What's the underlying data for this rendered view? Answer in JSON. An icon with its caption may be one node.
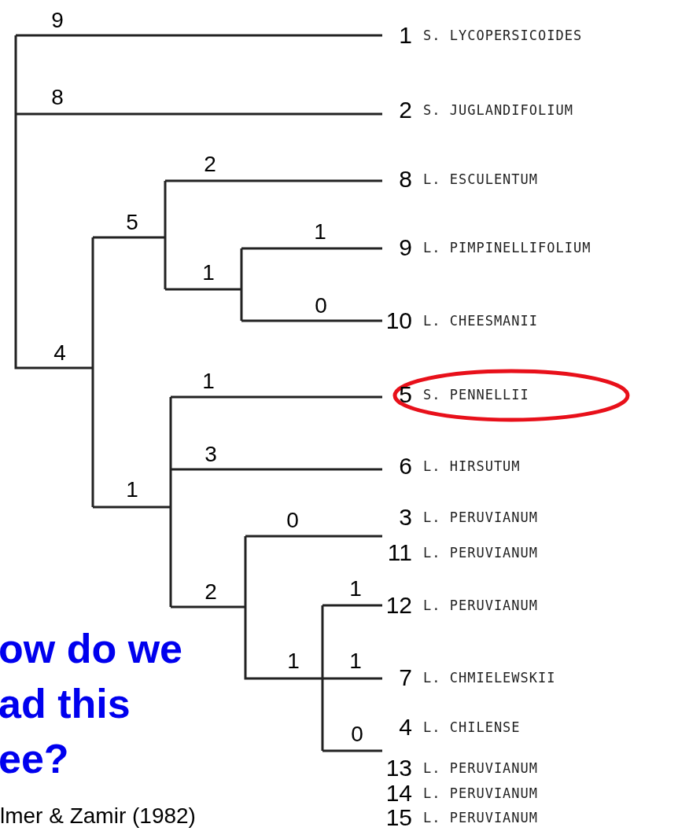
{
  "diagram": {
    "title": "ow do we ad this ee?",
    "caption": "lmer & Zamir (1982)",
    "nodes": [
      {
        "text": [
          "1",
          "S. LYCOPERSICOIDES"
        ]
      },
      {
        "text": [
          "2",
          "S. JUGLANDIFOLIUM"
        ]
      },
      {
        "text": [
          "8",
          "L. ESCULENTUM"
        ]
      },
      {
        "text": [
          "9",
          "L. PIMPINELLIFOLIUM"
        ]
      },
      {
        "text": [
          "10",
          "L. CHEESMANII"
        ]
      },
      {
        "text": [
          "5",
          "S. PENNELLII"
        ]
      },
      {
        "text": [
          "6",
          "L. HIRSUTUM"
        ]
      },
      {
        "text": [
          "3",
          "L. PERUVIANUM"
        ]
      },
      {
        "text": [
          "11",
          "L. PERUVIANUM"
        ]
      },
      {
        "text": [
          "12",
          "L. PERUVIANUM"
        ]
      },
      {
        "text": [
          "7",
          "L. CHMIELEWSKII"
        ]
      },
      {
        "text": [
          "4",
          "L. CHILENSE"
        ]
      },
      {
        "text": [
          "13",
          "L. PERUVIANUM"
        ]
      },
      {
        "text": [
          "14",
          "L. PERUVIANUM"
        ]
      },
      {
        "text": [
          "15",
          "L. PERUVIANUM"
        ]
      }
    ],
    "edges": [
      {
        "from": null,
        "to": 0,
        "arrow": "none",
        "label": "9"
      },
      {
        "from": null,
        "to": 1,
        "arrow": "none",
        "label": "8"
      },
      {
        "from": null,
        "to": 2,
        "arrow": "none",
        "label": "2"
      },
      {
        "from": null,
        "to": 3,
        "arrow": "none",
        "label": "1"
      },
      {
        "from": null,
        "to": 4,
        "arrow": "none",
        "label": "0"
      },
      {
        "from": null,
        "to": 5,
        "arrow": "none",
        "label": "1"
      },
      {
        "from": null,
        "to": 6,
        "arrow": "none",
        "label": "3"
      },
      {
        "from": null,
        "to": 7,
        "arrow": "none",
        "label": "0"
      },
      {
        "from": null,
        "to": 9,
        "arrow": "none",
        "label": "1"
      },
      {
        "from": null,
        "to": 10,
        "arrow": "none",
        "label": "1"
      },
      {
        "from": null,
        "to": 11,
        "arrow": "none",
        "label": "0"
      }
    ],
    "labels": [
      "5",
      "1",
      "4",
      "1",
      "2",
      "1"
    ]
  }
}
